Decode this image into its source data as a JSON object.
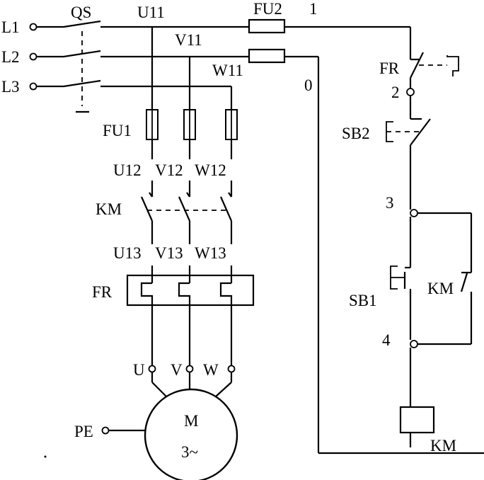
{
  "labels": {
    "l1": "L1",
    "l2": "L2",
    "l3": "L3",
    "qs": "QS",
    "u11": "U11",
    "v11": "V11",
    "w11": "W11",
    "fu2": "FU2",
    "node1": "1",
    "node0": "0",
    "fu1": "FU1",
    "u12": "U12",
    "v12": "V12",
    "w12": "W12",
    "km_main": "KM",
    "u13": "U13",
    "v13": "V13",
    "w13": "W13",
    "fr_main": "FR",
    "u": "U",
    "v": "V",
    "w": "W",
    "pe": "PE",
    "motor": "M",
    "motor_type": "3~",
    "fr_ctrl": "FR",
    "node2": "2",
    "sb2": "SB2",
    "node3": "3",
    "sb1": "SB1",
    "km_aux": "KM",
    "node4": "4",
    "km_coil": "KM"
  }
}
